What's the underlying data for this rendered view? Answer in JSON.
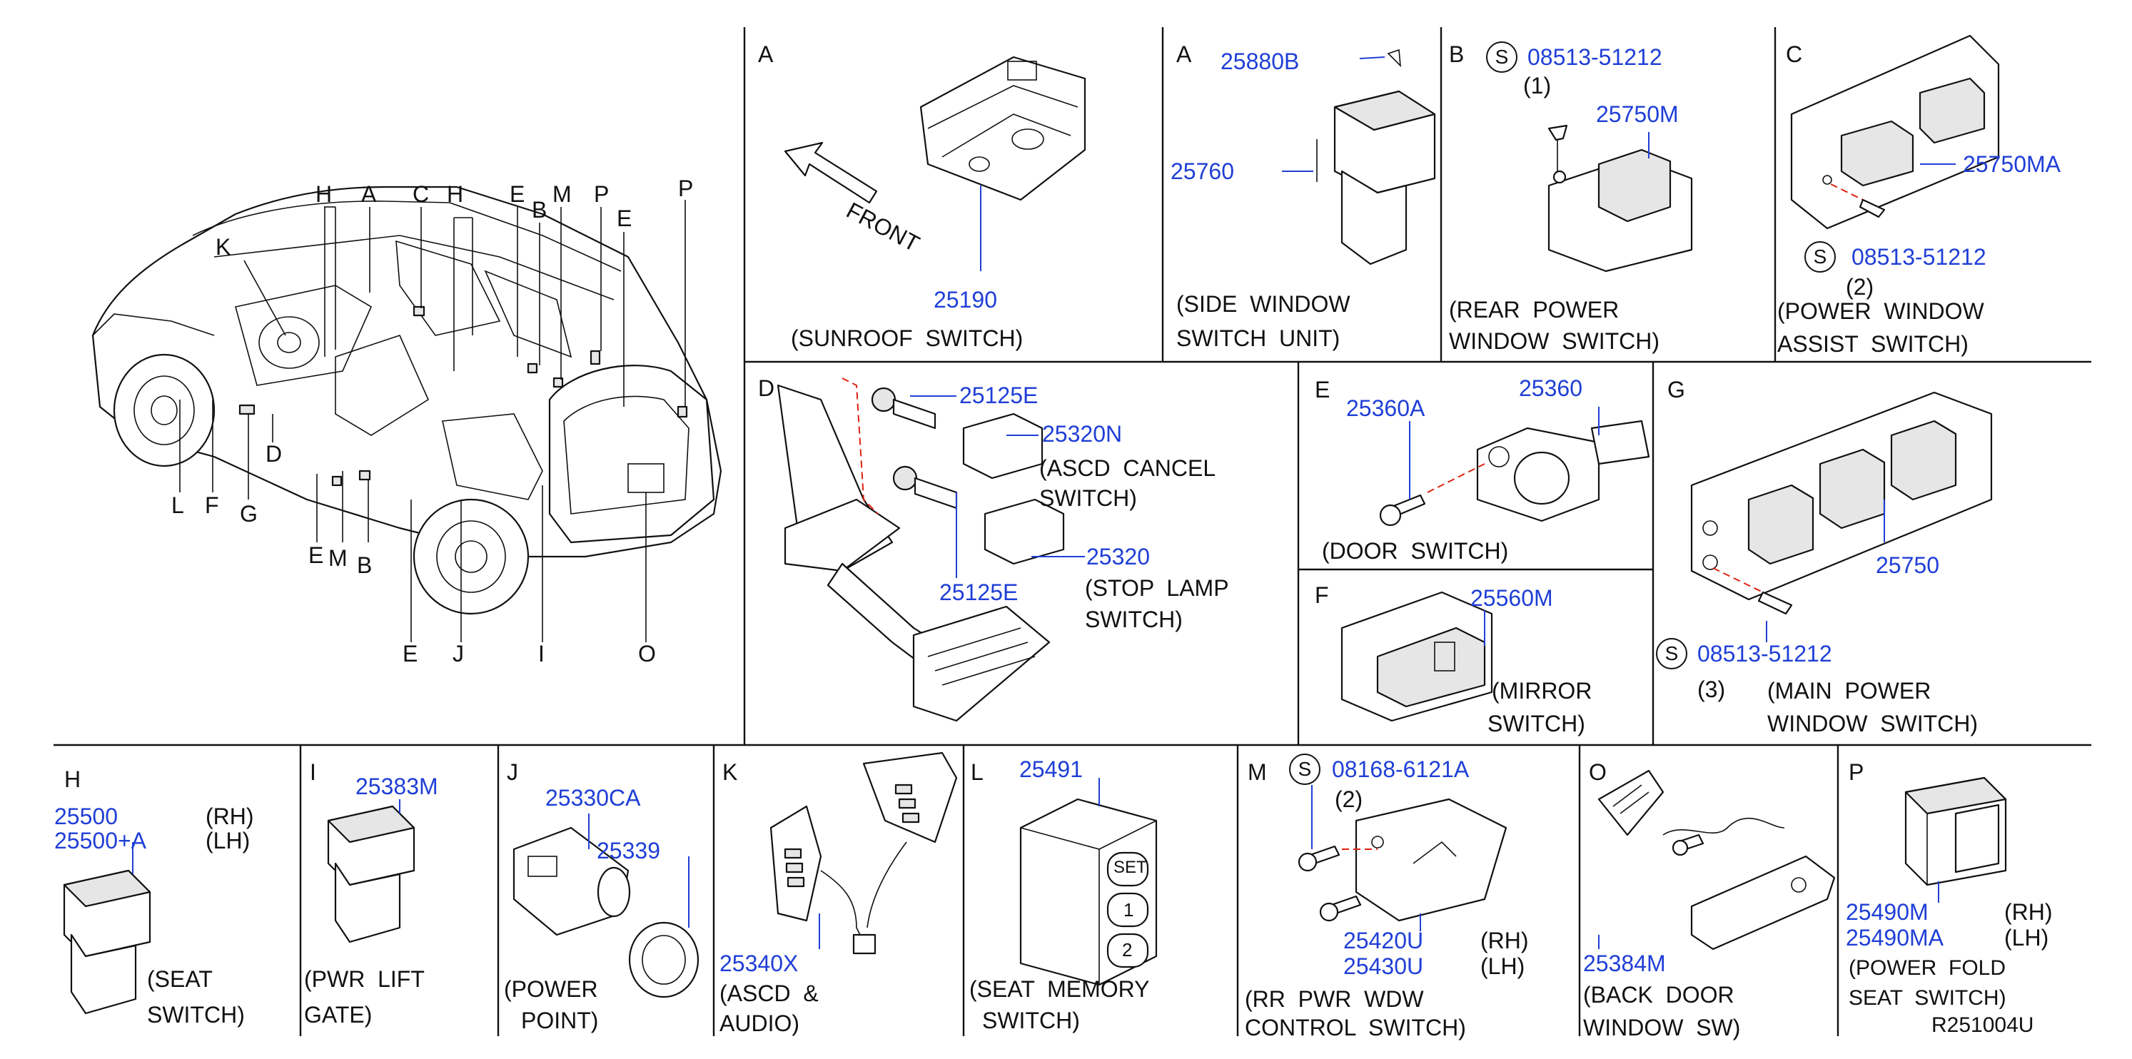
{
  "sections": {
    "A1": {
      "letter": "A",
      "part": "25190",
      "caption1": "(SUNROOF  SWITCH)",
      "front": "FRONT"
    },
    "A2": {
      "letter": "A",
      "part1": "25880B",
      "part2": "25760",
      "caption1": "(SIDE  WINDOW",
      "caption2": "SWITCH  UNIT)"
    },
    "B": {
      "letter": "B",
      "circle": "S",
      "part1": "08513-51212",
      "qty": "(1)",
      "part2": "25750M",
      "caption1": "(REAR  POWER",
      "caption2": "WINDOW  SWITCH)"
    },
    "C": {
      "letter": "C",
      "part1": "25750MA",
      "circle": "S",
      "part2": "08513-51212",
      "qty": "(2)",
      "caption1": "(POWER  WINDOW",
      "caption2": "ASSIST  SWITCH)"
    },
    "D": {
      "letter": "D",
      "part1": "25125E",
      "part2": "25320N",
      "part3": "25320",
      "part4": "25125E",
      "caption1": "(ASCD  CANCEL",
      "caption2": "SWITCH)",
      "caption3": "(STOP  LAMP",
      "caption4": "SWITCH)"
    },
    "E": {
      "letter": "E",
      "part1": "25360A",
      "part2": "25360",
      "caption1": "(DOOR  SWITCH)"
    },
    "F": {
      "letter": "F",
      "part1": "25560M",
      "caption1": "(MIRROR",
      "caption2": "SWITCH)"
    },
    "G": {
      "letter": "G",
      "part1": "25750",
      "circle": "S",
      "part2": "08513-51212",
      "qty": "(3)",
      "caption1": "(MAIN  POWER",
      "caption2": "WINDOW  SWITCH)"
    },
    "H": {
      "letter": "H",
      "part1": "25500",
      "side1": "(RH)",
      "part2": "25500+A",
      "side2": "(LH)",
      "caption1": "(SEAT",
      "caption2": "SWITCH)"
    },
    "I": {
      "letter": "I",
      "part1": "25383M",
      "caption1": "(PWR  LIFT",
      "caption2": "GATE)"
    },
    "J": {
      "letter": "J",
      "part1": "25330CA",
      "part2": "25339",
      "caption1": "(POWER",
      "caption2": "POINT)"
    },
    "K": {
      "letter": "K",
      "part1": "25340X",
      "caption1": "(ASCD  &",
      "caption2": "AUDIO)"
    },
    "L": {
      "letter": "L",
      "part1": "25491",
      "caption1": "(SEAT  MEMORY",
      "caption2": "SWITCH)",
      "keys": [
        "SET",
        "1",
        "2"
      ]
    },
    "M": {
      "letter": "M",
      "circle": "S",
      "part1": "08168-6121A",
      "qty": "(2)",
      "part2": "25420U",
      "side2": "(RH)",
      "part3": "25430U",
      "side3": "(LH)",
      "caption1": "(RR  PWR  WDW",
      "caption2": "CONTROL  SWITCH)"
    },
    "O": {
      "letter": "O",
      "part1": "25384M",
      "caption1": "(BACK  DOOR",
      "caption2": "WINDOW  SW)"
    },
    "P": {
      "letter": "P",
      "part1": "25490M",
      "side1": "(RH)",
      "part2": "25490MA",
      "side2": "(LH)",
      "caption1": "(POWER  FOLD",
      "caption2": "SEAT  SWITCH)",
      "ref": "R251004U"
    }
  },
  "vehicle_labels": {
    "top": [
      "H",
      "A",
      "C",
      "H",
      "E",
      "B",
      "M",
      "P",
      "E",
      "P"
    ],
    "K": "K",
    "bottom": [
      "L",
      "F",
      "G",
      "D",
      "E",
      "M",
      "B",
      "E",
      "J",
      "I",
      "O"
    ]
  },
  "colors": {
    "part_number": "#1f3fd6",
    "line": "#111111",
    "dashed_leader": "#dd2211"
  }
}
